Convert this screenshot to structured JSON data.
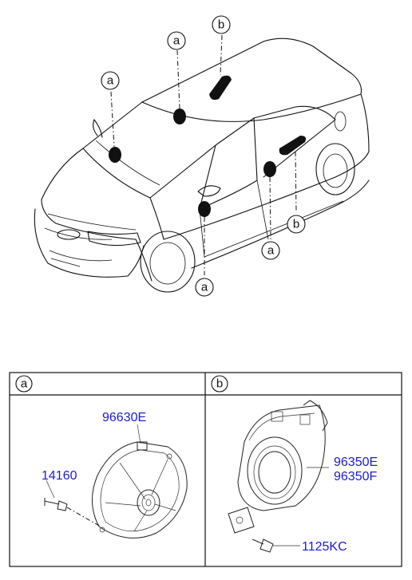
{
  "car_callouts": [
    {
      "letter": "a"
    },
    {
      "letter": "a"
    },
    {
      "letter": "b"
    },
    {
      "letter": "a"
    },
    {
      "letter": "b"
    },
    {
      "letter": "a"
    }
  ],
  "panel_a": {
    "letter": "a",
    "part_speaker": "96630E",
    "part_screw": "14160"
  },
  "panel_b": {
    "letter": "b",
    "part_tweeter_1": "96350E",
    "part_tweeter_2": "96350F",
    "part_bolt": "1125KC"
  }
}
